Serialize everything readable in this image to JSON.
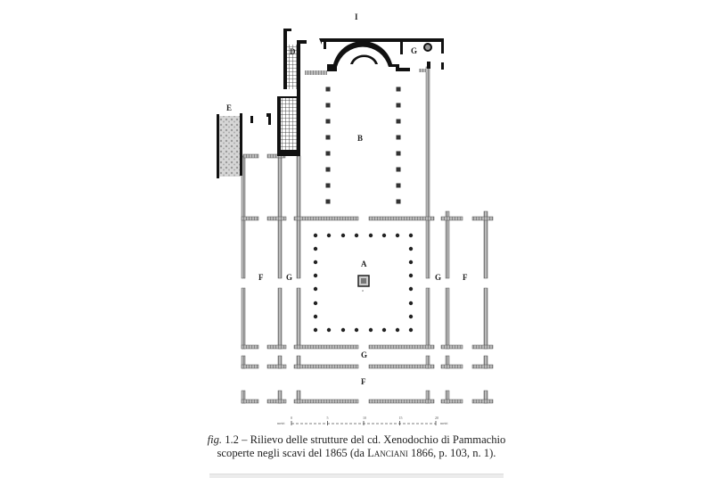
{
  "figure": {
    "labels": {
      "I": "I",
      "D": "D",
      "G_top": "G",
      "E": "E",
      "B": "B",
      "A": "A",
      "F_left": "F",
      "G_left": "G",
      "G_right": "G",
      "F_right": "F",
      "G_bottom": "G",
      "F_bottom": "F",
      "fountain": "a"
    },
    "scale_bar": {
      "unit_left": "metri",
      "unit_right": "metri",
      "ticks": [
        "0",
        "5",
        "10",
        "15",
        "20"
      ]
    }
  },
  "caption": {
    "fig_label": "fig.",
    "text_1": " 1.2 – Rilievo delle strutture del cd. Xenodochio di Pammachio scoperte negli scavi del 1865 (da ",
    "author": "Lanciani",
    "text_2": " 1866, p. 103, n. 1)."
  }
}
